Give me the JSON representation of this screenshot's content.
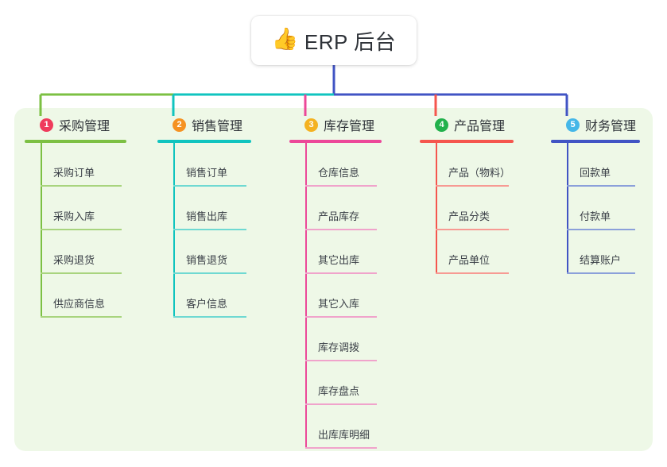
{
  "root": {
    "icon": "thumbs-up-emoji",
    "emoji": "👍",
    "title": "ERP 后台"
  },
  "colors": {
    "panel_background": "#eef8e7",
    "page_background": "#ffffff",
    "text": "#2f3339",
    "root_stem": "#4154c4"
  },
  "branches": [
    {
      "number": "1",
      "title": "采购管理",
      "badge_color": "#ef3b5c",
      "line_color": "#7cc043",
      "leaf_rule_color": "#a8d47e",
      "leaves": [
        "采购订单",
        "采购入库",
        "采购退货",
        "供应商信息"
      ]
    },
    {
      "number": "2",
      "title": "销售管理",
      "badge_color": "#f59222",
      "line_color": "#10c4bf",
      "leaf_rule_color": "#6fd9d2",
      "leaves": [
        "销售订单",
        "销售出库",
        "销售退货",
        "客户信息"
      ]
    },
    {
      "number": "3",
      "title": "库存管理",
      "badge_color": "#f4b221",
      "line_color": "#ec4899",
      "leaf_rule_color": "#f0a3cb",
      "leaves": [
        "仓库信息",
        "产品库存",
        "其它出库",
        "其它入库",
        "库存调拨",
        "库存盘点",
        "出库库明细"
      ]
    },
    {
      "number": "4",
      "title": "产品管理",
      "badge_color": "#22b14c",
      "line_color": "#f5564e",
      "leaf_rule_color": "#f79a93",
      "leaves": [
        "产品（物料）",
        "产品分类",
        "产品单位"
      ]
    },
    {
      "number": "5",
      "title": "财务管理",
      "badge_color": "#45b7e8",
      "line_color": "#4154c4",
      "leaf_rule_color": "#8ba0da",
      "leaves": [
        "回款单",
        "付款单",
        "结算账户"
      ]
    }
  ]
}
